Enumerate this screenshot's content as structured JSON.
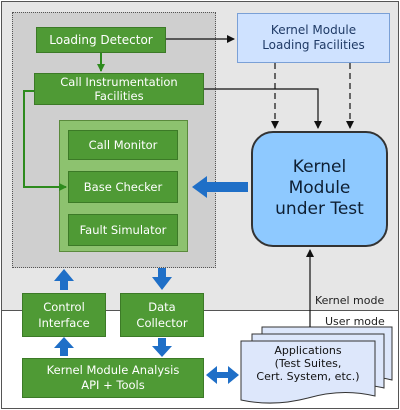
{
  "diagram": {
    "loading_detector": "Loading Detector",
    "call_instrumentation": [
      "Call Instrumentation",
      "Facilities"
    ],
    "call_monitor": "Call Monitor",
    "base_checker": "Base Checker",
    "fault_simulator": "Fault Simulator",
    "kernel_module_loading": [
      "Kernel Module",
      "Loading Facilities"
    ],
    "kernel_module_under_test": [
      "Kernel",
      "Module",
      "under Test"
    ],
    "kernel_mode_label": "Kernel mode",
    "user_mode_label": "User mode",
    "control_interface": [
      "Control",
      "Interface"
    ],
    "data_collector": [
      "Data",
      "Collector"
    ],
    "analysis_tools": [
      "Kernel Module Analysis",
      "API + Tools"
    ],
    "applications": [
      "Applications",
      "(Test Suites,",
      "Cert. System, etc.)"
    ]
  },
  "colors": {
    "green": "#4f9a35",
    "green_light": "#8dc26f",
    "blue_arrow": "#1f6fc7",
    "kernel_bg": "#e6e6e6",
    "inner_bg": "#cfcfcf",
    "kmt_fill": "#8ec9ff"
  }
}
